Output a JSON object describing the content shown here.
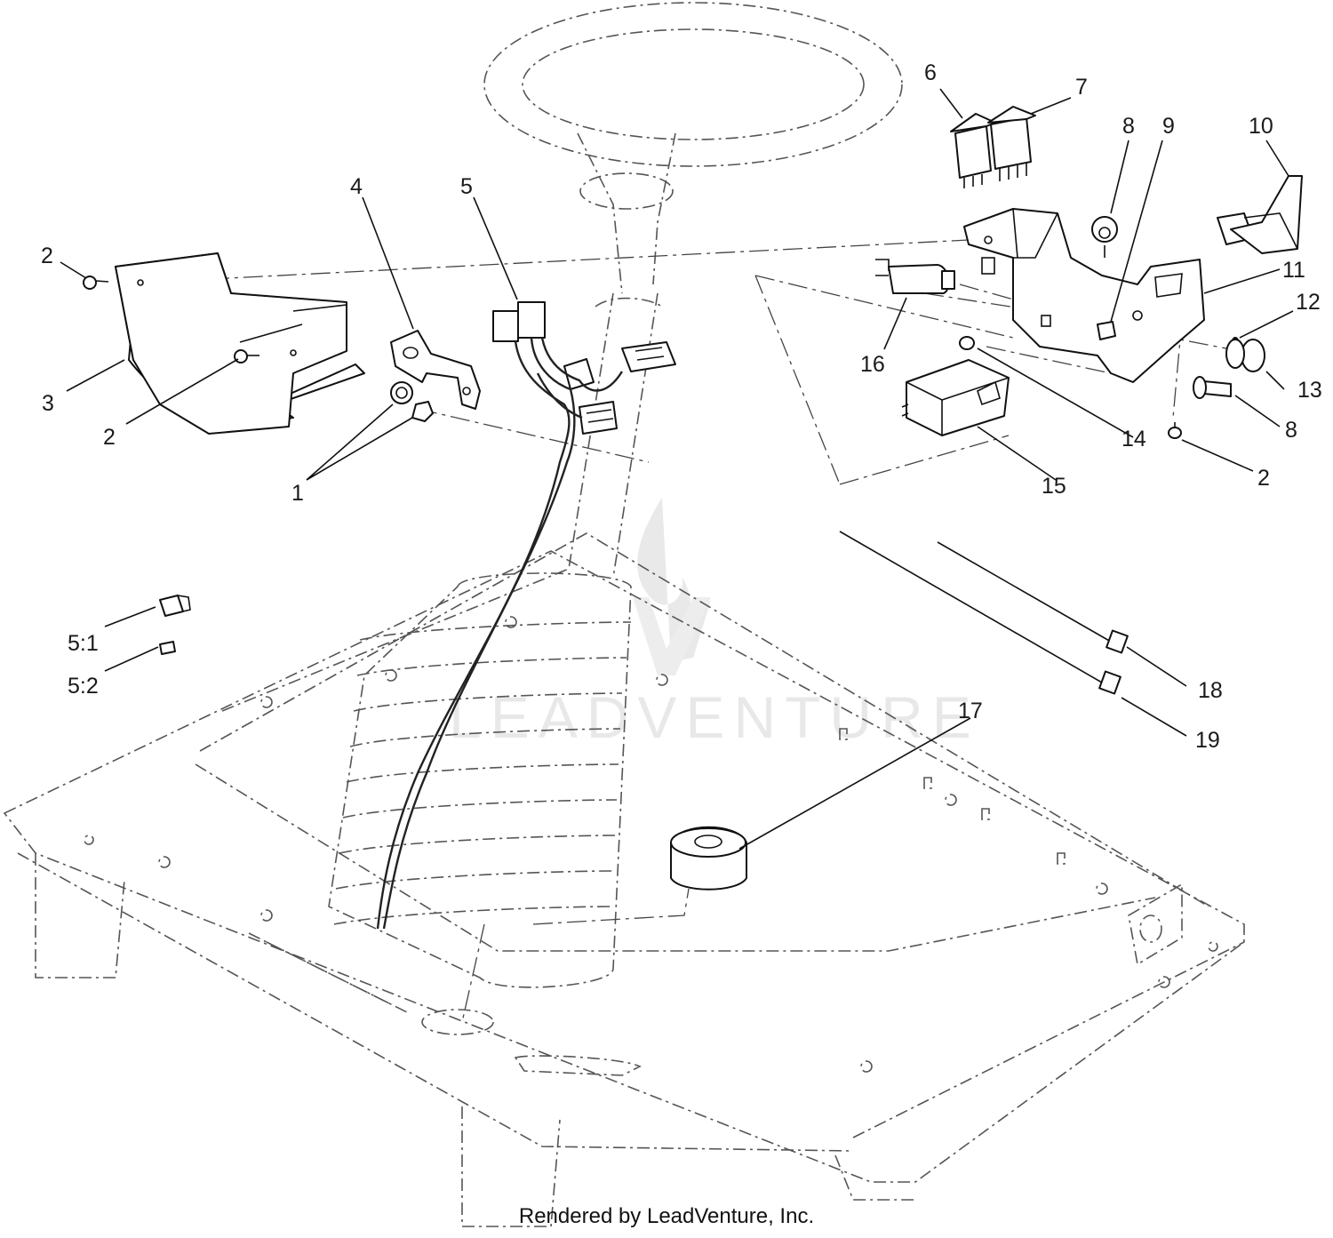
{
  "callouts": [
    "1",
    "2",
    "2",
    "2",
    "2",
    "3",
    "4",
    "5",
    "5:1",
    "5:2",
    "6",
    "7",
    "8",
    "8",
    "9",
    "10",
    "11",
    "12",
    "13",
    "14",
    "15",
    "16",
    "17",
    "18",
    "19"
  ],
  "watermark_text": "LEADVENTURE",
  "footer_text": "Rendered by LeadVenture, Inc."
}
